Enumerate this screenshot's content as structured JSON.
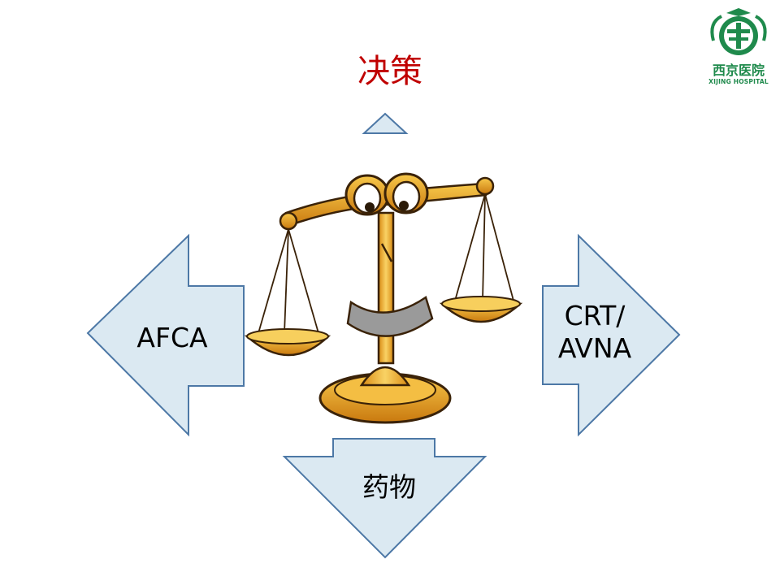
{
  "slide": {
    "title": "决策"
  },
  "arrows": {
    "left": {
      "label": "AFCA"
    },
    "right": {
      "label_line1": "CRT/",
      "label_line2": "AVNA"
    },
    "bottom": {
      "label": "药物"
    },
    "up": {
      "label": ""
    }
  },
  "logo": {
    "name": "西京医院",
    "subtitle": "XIJING HOSPITAL"
  },
  "colors": {
    "title": "#c00000",
    "arrow_fill": "#dbe9f2",
    "arrow_stroke": "#4d78a6",
    "scale_gold": "#e8a21e",
    "logo_green": "#1f8a4c"
  },
  "icons": {
    "center": "balance-scale-cartoon-icon",
    "logo": "hospital-emblem-icon"
  }
}
